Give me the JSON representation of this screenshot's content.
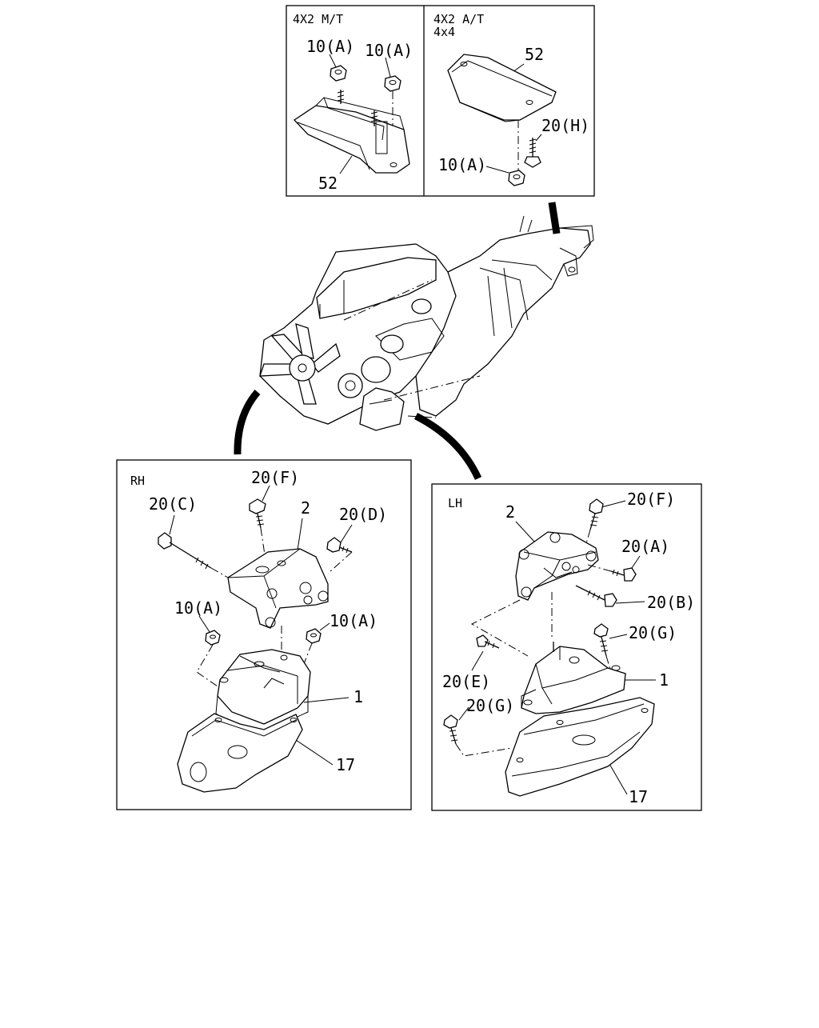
{
  "panels": {
    "top_left": {
      "header": "4X2  M/T",
      "callouts": [
        "10(A)",
        "10(A)",
        "52"
      ]
    },
    "top_right": {
      "header_line1": "4X2  A/T",
      "header_line2": "4x4",
      "callouts": [
        "52",
        "20(H)",
        "10(A)"
      ]
    },
    "rh": {
      "header": "RH",
      "callouts": [
        "20(F)",
        "20(C)",
        "2",
        "20(D)",
        "10(A)",
        "10(A)",
        "1",
        "17"
      ]
    },
    "lh": {
      "header": "LH",
      "callouts": [
        "2",
        "20(F)",
        "20(A)",
        "20(B)",
        "20(G)",
        "1",
        "20(E)",
        "20(G)",
        "17"
      ]
    }
  }
}
